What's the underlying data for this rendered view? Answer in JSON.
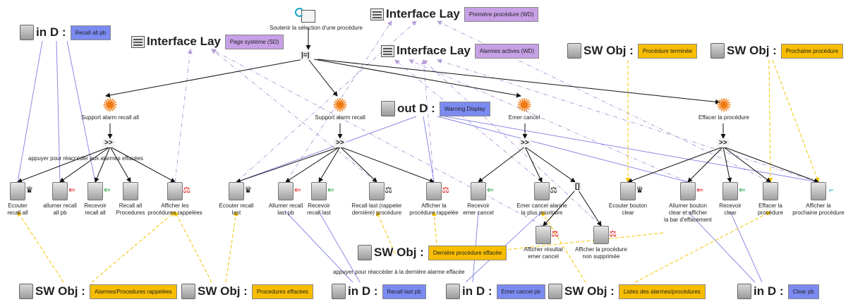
{
  "trigger": {
    "label": "Soutenir la sélection d'une procédure",
    "icon": "trigger-window-icon"
  },
  "operators": {
    "eq": "|=|",
    "seq": ">>",
    "choice": "[]"
  },
  "interfaces": [
    {
      "id": "if-premiere",
      "kw": "Interface Lay",
      "tag": "Première procédure (WD)"
    },
    {
      "id": "if-sd",
      "kw": "Interface Lay",
      "tag": "Page système (SD)"
    },
    {
      "id": "if-alarmes",
      "kw": "Interface Lay",
      "tag": "Alarmes actives (WD)"
    }
  ],
  "inputs": [
    {
      "id": "in-recall-all",
      "kw": "in D :",
      "tag": "Recall all pb"
    },
    {
      "id": "in-recall-last",
      "kw": "in D :",
      "tag": "Recall last pb"
    },
    {
      "id": "in-emer",
      "kw": "in D :",
      "tag": "Emer cancel pb"
    },
    {
      "id": "in-clear",
      "kw": "in D :",
      "tag": "Clear pb"
    }
  ],
  "output": {
    "kw": "out D :",
    "tag": "Warning Display"
  },
  "sw_objects": [
    {
      "id": "sw-terminee",
      "kw": "SW Obj :",
      "tag": "Procédure terminée"
    },
    {
      "id": "sw-prochaine",
      "kw": "SW Obj :",
      "tag": "Prochaine procédure"
    },
    {
      "id": "sw-derniere",
      "kw": "SW Obj :",
      "tag": "Dernière procédure effacée"
    },
    {
      "id": "sw-rappelees",
      "kw": "SW Obj :",
      "tag": "Alarmes/Procedures rappelées"
    },
    {
      "id": "sw-effacees",
      "kw": "SW Obj :",
      "tag": "Procedures effacées"
    },
    {
      "id": "sw-listes",
      "kw": "SW Obj :",
      "tag": "Listes des alarmes/procédures"
    }
  ],
  "tasks": [
    {
      "id": "t-all",
      "label": "Support alarm recall all"
    },
    {
      "id": "t-last",
      "label": "Support alarm recall"
    },
    {
      "id": "t-emer",
      "label": "Emer cancel"
    },
    {
      "id": "t-eff",
      "label": "Effacer la procédure"
    }
  ],
  "actions": [
    {
      "id": "a1",
      "label": "Ecouter\nrecall all",
      "badge": "crown",
      "color": "blk"
    },
    {
      "id": "a2",
      "label": "allumer recall\nall pb",
      "badge": "arrow",
      "color": "red"
    },
    {
      "id": "a3",
      "label": "Recevoir\nrecall all",
      "badge": "arrow",
      "color": "green"
    },
    {
      "id": "a4",
      "label": "Recall all\nProcedures",
      "badge": "none",
      "color": "blk"
    },
    {
      "id": "a5",
      "label": "Afficher les\nprocédures rappelées",
      "badge": "scale",
      "color": "red"
    },
    {
      "id": "a6",
      "label": "Ecouter recall\nlast",
      "badge": "crown",
      "color": "blk"
    },
    {
      "id": "a7",
      "label": "Allumer recall\nlast pb",
      "badge": "arrow",
      "color": "red"
    },
    {
      "id": "a8",
      "label": "Recevoir\nrecall last",
      "badge": "arrow",
      "color": "green"
    },
    {
      "id": "a9",
      "label": "Recall last (rappeler\ndernière) procédure",
      "badge": "scale",
      "color": "blk"
    },
    {
      "id": "a10",
      "label": "Afficher la\nprocédure rappelée",
      "badge": "scale",
      "color": "red"
    },
    {
      "id": "a11",
      "label": "Recevoir\nemer cancel",
      "badge": "arrow",
      "color": "green"
    },
    {
      "id": "a12",
      "label": "Emer cancel alarme\nla plus prioritaire",
      "badge": "scale",
      "color": "blk"
    },
    {
      "id": "a13",
      "label": "Afficher résultat\nemer cancel",
      "badge": "scale",
      "color": "red"
    },
    {
      "id": "a14",
      "label": "Afficher la procédure\nnon supprimée",
      "badge": "scale",
      "color": "red"
    },
    {
      "id": "a15",
      "label": "Ecouter bouton\nclear",
      "badge": "crown",
      "color": "blk"
    },
    {
      "id": "a16",
      "label": "Allumer bouton\nclear et afficher\nla bar d'effacement",
      "badge": "arrow",
      "color": "red"
    },
    {
      "id": "a17",
      "label": "Recevoir\nclear",
      "badge": "arrow",
      "color": "green"
    },
    {
      "id": "a18",
      "label": "Effacer la\nprocédure",
      "badge": "none",
      "color": "blk"
    },
    {
      "id": "a19",
      "label": "Afficher la\nprochaine procédure",
      "badge": "cyan",
      "color": "red"
    }
  ],
  "notes": {
    "recall_all": "appuyer pour réaccéder aux alarmes effacées",
    "recall_last": "appuyer pour réaccéder à la dernière alarme effacée"
  },
  "colors": {
    "input": "#7b8bf2",
    "sw": "#f7bd00",
    "interface": "#c7a0e6",
    "task": "#f07a10",
    "edge_black": "#111111",
    "edge_blue": "#7a7ae0",
    "edge_yellow": "#f5c400",
    "edge_purple": "#b7a0d8"
  }
}
